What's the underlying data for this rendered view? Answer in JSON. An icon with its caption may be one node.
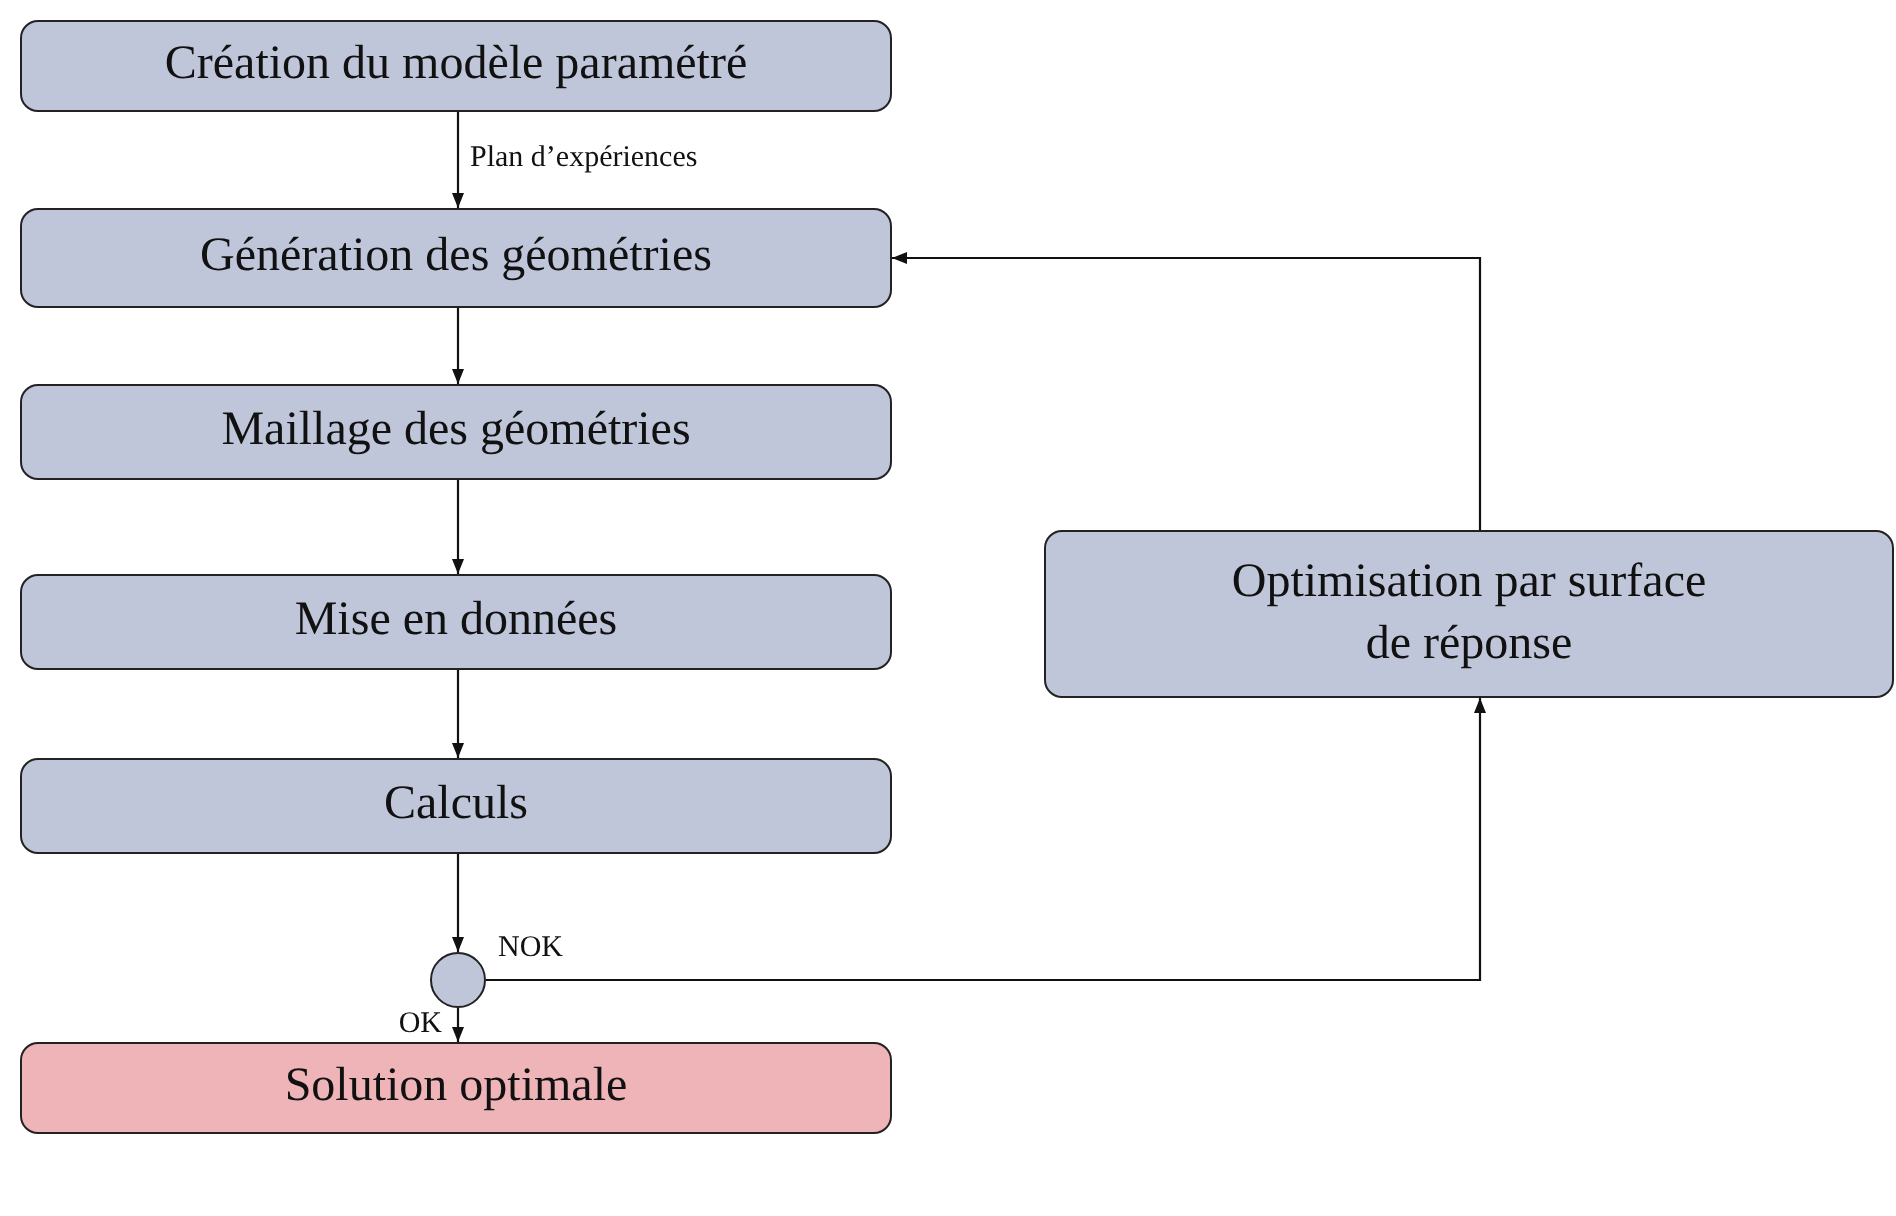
{
  "diagram": {
    "nodes": [
      {
        "text": [
          "Création du modèle paramétré"
        ]
      },
      {
        "text": [
          "Génération des géométries"
        ]
      },
      {
        "text": [
          "Maillage des géométries"
        ]
      },
      {
        "text": [
          "Optimisation par surface de réponse"
        ]
      },
      {
        "text": [
          "Mise en données"
        ]
      },
      {
        "text": [
          "Calculs"
        ]
      },
      {
        "text": [],
        "shape": "circle"
      },
      {
        "text": [
          "Solution optimale"
        ]
      }
    ],
    "edges": [
      {
        "from": 0,
        "to": 1,
        "arrow": "to",
        "label": "Plan d’expériences"
      },
      {
        "from": 1,
        "to": 2,
        "arrow": "to"
      },
      {
        "from": 2,
        "to": 4,
        "arrow": "to"
      },
      {
        "from": 4,
        "to": 5,
        "arrow": "to"
      },
      {
        "from": 5,
        "to": 6,
        "arrow": "to"
      },
      {
        "from": 6,
        "to": 7,
        "arrow": "to",
        "label": "OK"
      },
      {
        "from": 6,
        "to": 3,
        "arrow": "to",
        "label": "NOK"
      },
      {
        "from": 3,
        "to": 1,
        "arrow": "to"
      }
    ]
  }
}
